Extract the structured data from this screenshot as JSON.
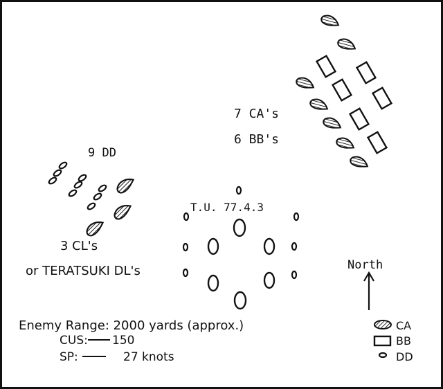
{
  "labels": {
    "ca_bb_count_ca": "7 CA's",
    "ca_bb_count_bb": "6 BB's",
    "dd_count": "9 DD",
    "task_unit": "T.U. 77.4.3",
    "cl_count": "3 CL's",
    "teratsuki": "or TERATSUKI DL's",
    "north": "North",
    "enemy_range": "Enemy Range: 2000 yards (approx.)",
    "cus_label": "CUS:",
    "cus_value": "150",
    "sp_label": "SP:",
    "sp_value": "27 knots"
  },
  "legend": {
    "ca": "CA",
    "bb": "BB",
    "dd": "DD"
  },
  "icons": {
    "ca": "hatched-teardrop-icon",
    "bb": "rectangle-icon",
    "dd": "oval-icon",
    "north": "north-arrow-icon"
  },
  "colors": {
    "ink": "#111111",
    "paper": "#ffffff"
  }
}
